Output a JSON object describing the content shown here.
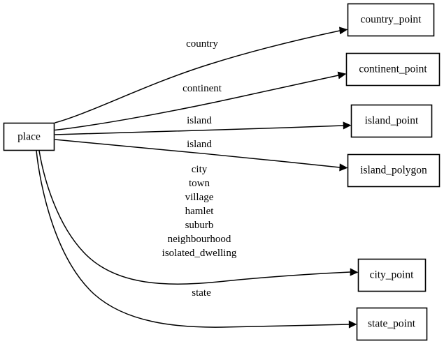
{
  "diagram": {
    "type": "graph",
    "orientation": "left-to-right",
    "background_color": "#ffffff",
    "line_color": "#000000",
    "text_color": "#000000",
    "source_node": {
      "id": "place",
      "label": "place",
      "shape": "rectangle"
    },
    "target_nodes": [
      {
        "id": "country_point",
        "label": "country_point",
        "shape": "rectangle"
      },
      {
        "id": "continent_point",
        "label": "continent_point",
        "shape": "rectangle"
      },
      {
        "id": "island_point",
        "label": "island_point",
        "shape": "rectangle"
      },
      {
        "id": "island_polygon",
        "label": "island_polygon",
        "shape": "rectangle"
      },
      {
        "id": "city_point",
        "label": "city_point",
        "shape": "rectangle"
      },
      {
        "id": "state_point",
        "label": "state_point",
        "shape": "rectangle"
      }
    ],
    "edges": [
      {
        "from": "place",
        "to": "country_point",
        "label": "country",
        "arrow": "arrowhead"
      },
      {
        "from": "place",
        "to": "continent_point",
        "label": "continent",
        "arrow": "arrowhead"
      },
      {
        "from": "place",
        "to": "island_point",
        "label": "island",
        "arrow": "arrowhead"
      },
      {
        "from": "place",
        "to": "island_polygon",
        "label": "island",
        "arrow": "arrowhead"
      },
      {
        "from": "place",
        "to": "city_point",
        "label": "city\ntown\nvillage\nhamlet\nsuburb\nneighbourhood\nisolated_dwelling",
        "arrow": "arrowhead"
      },
      {
        "from": "place",
        "to": "state_point",
        "label": "state",
        "arrow": "arrowhead"
      }
    ],
    "edge_label_lines": {
      "country": [
        "country"
      ],
      "continent": [
        "continent"
      ],
      "island_1": [
        "island"
      ],
      "island_2": [
        "island"
      ],
      "city_multi": [
        "city",
        "town",
        "village",
        "hamlet",
        "suburb",
        "neighbourhood",
        "isolated_dwelling"
      ],
      "state": [
        "state"
      ]
    }
  }
}
